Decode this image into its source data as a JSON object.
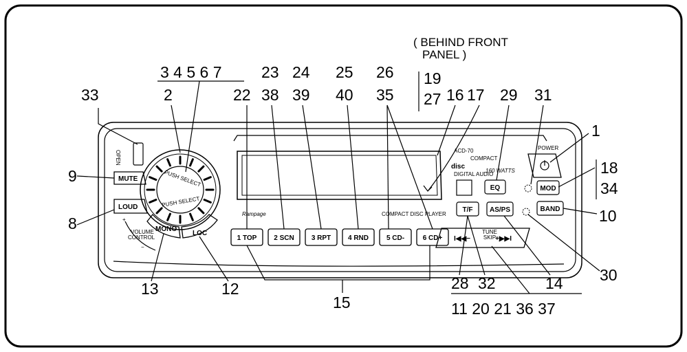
{
  "note": {
    "line1": "( BEHIND FRONT",
    "line2": "PANEL )"
  },
  "callouts": {
    "n1": "1",
    "n2": "2",
    "n3_7": "3 4 5 6 7",
    "n8": "8",
    "n9": "9",
    "n10": "10",
    "n12": "12",
    "n13": "13",
    "n14": "14",
    "n15": "15",
    "n16": "16",
    "n17": "17",
    "n18": "18",
    "n19": "19",
    "n22": "22",
    "n23": "23",
    "n24": "24",
    "n25": "25",
    "n26": "26",
    "n27": "27",
    "n28": "28",
    "n29": "29",
    "n30": "30",
    "n31": "31",
    "n32": "32",
    "n33": "33",
    "n34": "34",
    "n35": "35",
    "n38": "38",
    "n39": "39",
    "n40": "40",
    "n11_37": "11 20 21 36 37"
  },
  "panel": {
    "model": "ACD-70",
    "disc_logo": "disc",
    "compact": "COMPACT",
    "digital_audio": "DIGITAL AUDIO",
    "watts": "160 WATTS",
    "compact_disc_player": "COMPACT DISC PLAYER",
    "brand": "Rampage",
    "power": "POWER",
    "open": "OPEN",
    "volume": "VOLUME",
    "control": "CONTROL",
    "plus": "+",
    "minus": "−",
    "tune": "TUNE",
    "skip": "SKIP",
    "sel_upper": "PUSH SELECT",
    "sel_lower": "PUSH SELECT"
  },
  "buttons": {
    "mute": "MUTE",
    "loud": "LOUD",
    "mono": "MONO",
    "loc": "LOC",
    "p1": "1 TOP",
    "p2": "2 SCN",
    "p3": "3 RPT",
    "p4": "4 RND",
    "p5": "5 CD-",
    "p6": "6 CD+",
    "eq": "EQ",
    "tf": "T/F",
    "asps": "AS/PS",
    "mod": "MOD",
    "band": "BAND",
    "prev": "I◀◀−",
    "next": "+▶▶I"
  }
}
